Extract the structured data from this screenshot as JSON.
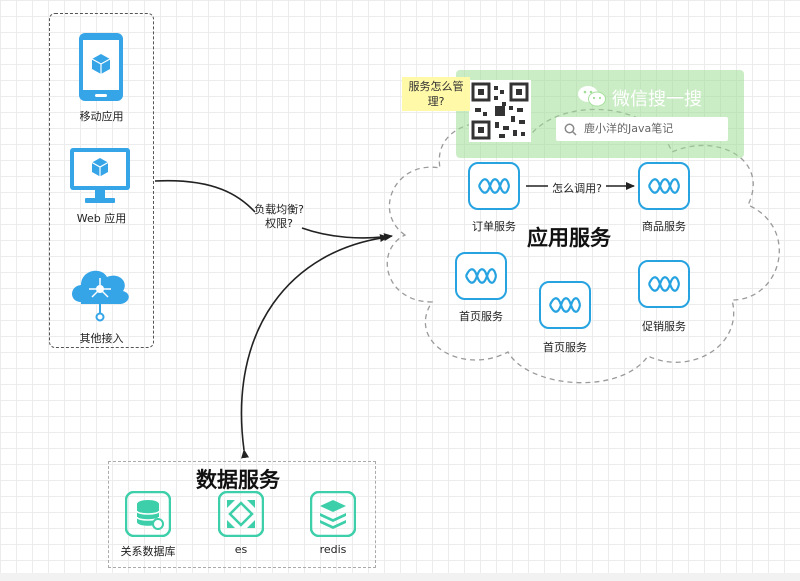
{
  "clients": {
    "mobile": "移动应用",
    "web": "Web 应用",
    "other": "其他接入"
  },
  "edges": {
    "lb_line1": "负载均衡?",
    "lb_line2": "权限?",
    "call": "怎么调用?"
  },
  "note": {
    "line1": "服务怎么管",
    "line2": "理?"
  },
  "cloud_title": "应用服务",
  "services": {
    "order": "订单服务",
    "goods": "商品服务",
    "home1": "首页服务",
    "home2": "首页服务",
    "promo": "促销服务"
  },
  "data_services": {
    "title": "数据服务",
    "rdb": "关系数据库",
    "es": "es",
    "redis": "redis"
  },
  "watermark": {
    "title": "微信搜一搜",
    "search": "鹿小洋的Java笔记"
  },
  "colors": {
    "accent_blue": "#26a3e0",
    "device_blue": "#35a5e8",
    "db_green": "#3dcfa9",
    "note_yellow": "#fff9a8",
    "wechat_green": "#a0de96"
  }
}
